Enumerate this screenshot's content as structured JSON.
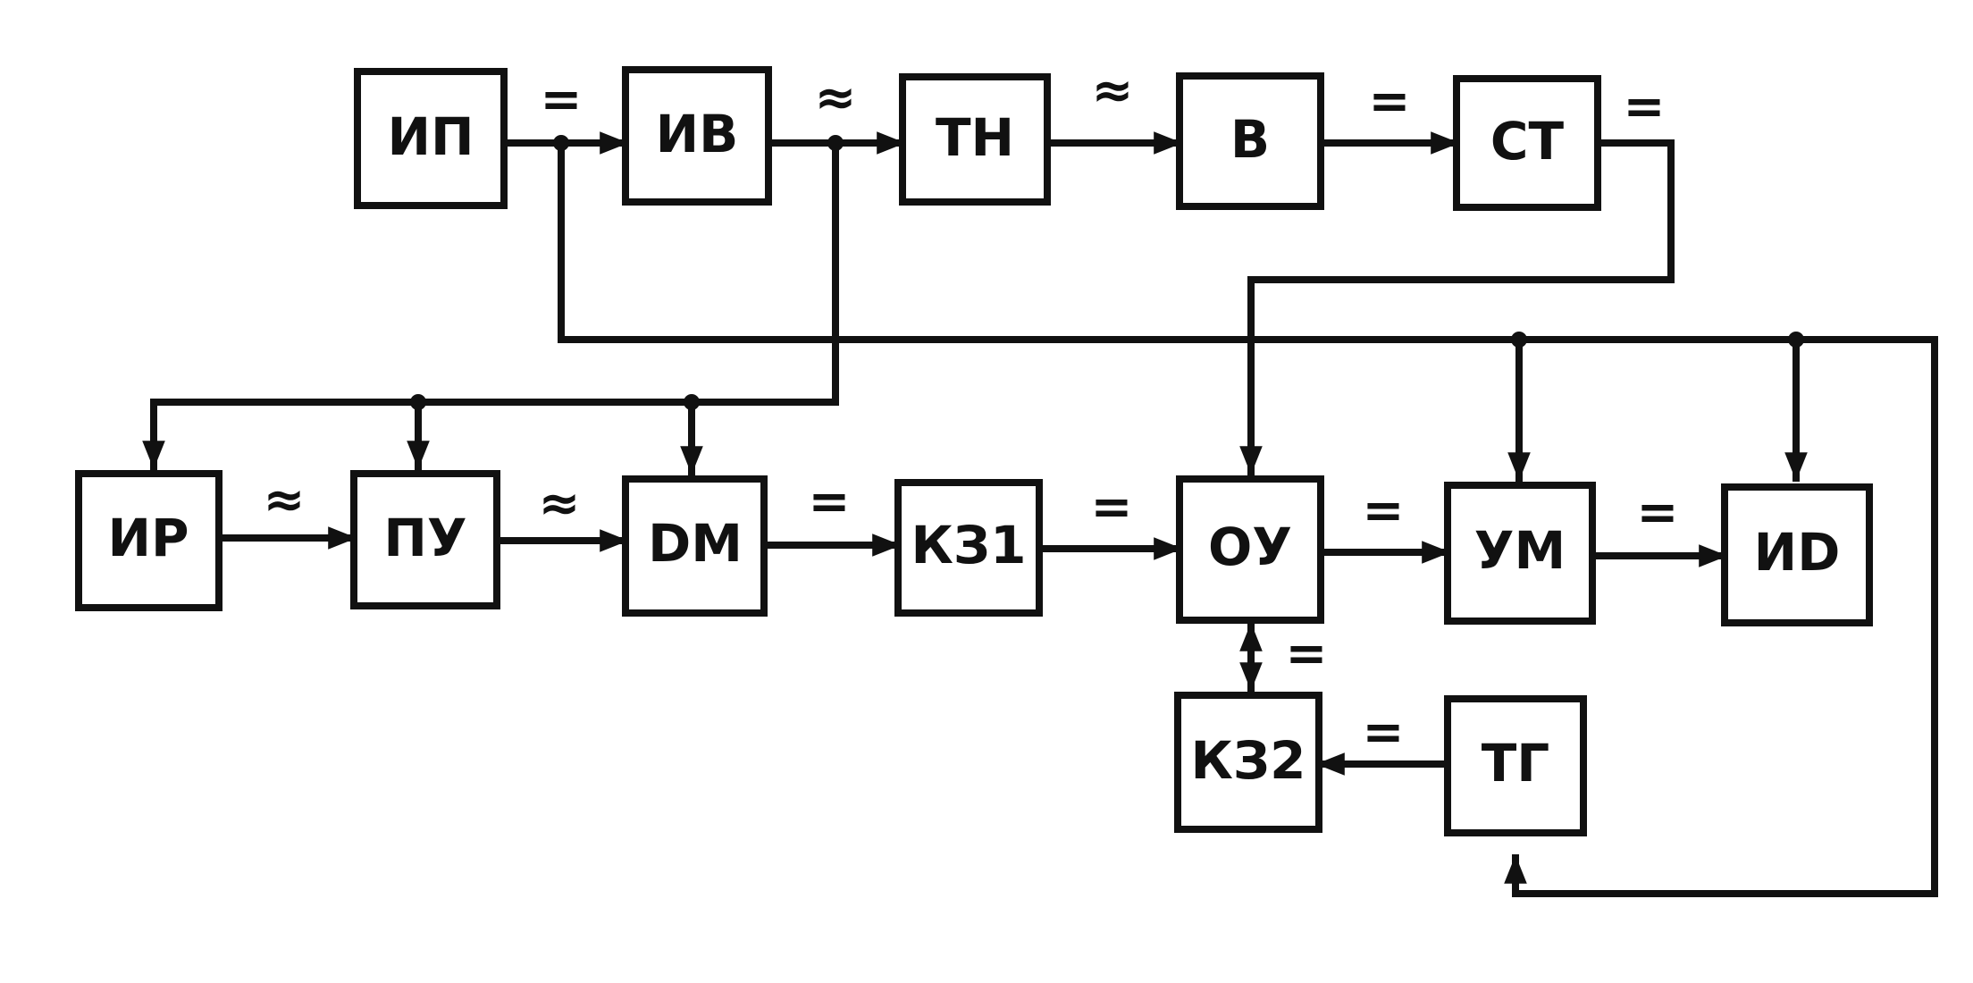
{
  "blocks": {
    "ip": "ИП",
    "iv": "ИВ",
    "tn": "ТН",
    "v": "В",
    "st": "СТ",
    "ir": "ИР",
    "pu": "ПУ",
    "dm": "DM",
    "kz1": "КЗ1",
    "ou": "ОУ",
    "um": "УМ",
    "id": "ИD",
    "kz2": "КЗ2",
    "tg": "ТГ"
  },
  "signals": {
    "dc": "=",
    "ac": "≈"
  },
  "colors": {
    "ink": "#111111",
    "paper": "#ffffff"
  }
}
